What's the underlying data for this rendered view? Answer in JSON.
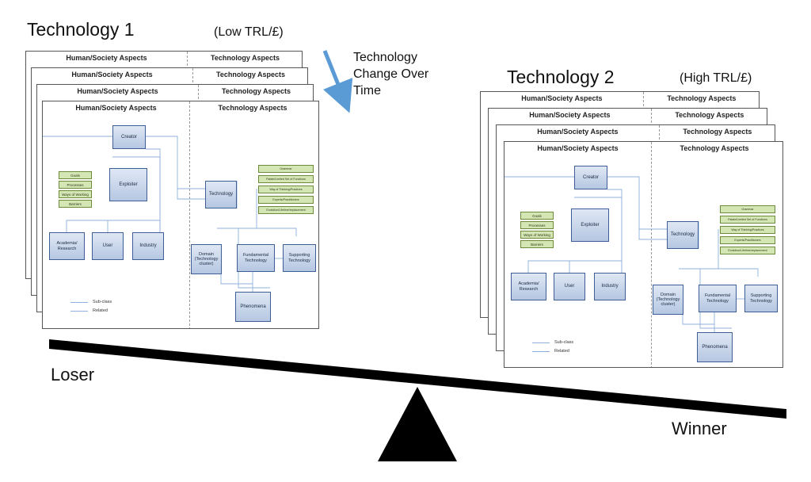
{
  "header": {
    "tech1_title": "Technology 1",
    "tech1_note": "(Low TRL/£)",
    "tech2_title": "Technology 2",
    "tech2_note": "(High TRL/£)",
    "change_label": "Technology Change Over Time"
  },
  "outcome": {
    "loser": "Loser",
    "winner": "Winner"
  },
  "card": {
    "left_header": "Human/Society Aspects",
    "right_header": "Technology Aspects",
    "nodes": {
      "creator": "Creator",
      "exploiter": "Exploiter",
      "technology": "Technology",
      "academia": "Academia/ Research",
      "user": "User",
      "industry": "Industry",
      "domain": "Domain (Technology cluster)",
      "fundamental": "Fundamental Technology",
      "supporting": "Supporting Technology",
      "phenomena": "Phenomena"
    },
    "human_tags": [
      "Goals",
      "Processes",
      "Ways of Working",
      "Barriers"
    ],
    "tech_tags": [
      "Grammar",
      "Palate/Limited Set of Functions",
      "Way of Thinking/Practices",
      "Experts/Practitioners",
      "Evolution/Lifetime/replacement"
    ],
    "legend": {
      "subclass": "Sub-class",
      "related": "Related"
    }
  },
  "colors": {
    "box_fill": "#c5d3ea",
    "tag_fill": "#d5e6b5",
    "arrow": "#5b9bd5",
    "beam": "#000000"
  }
}
